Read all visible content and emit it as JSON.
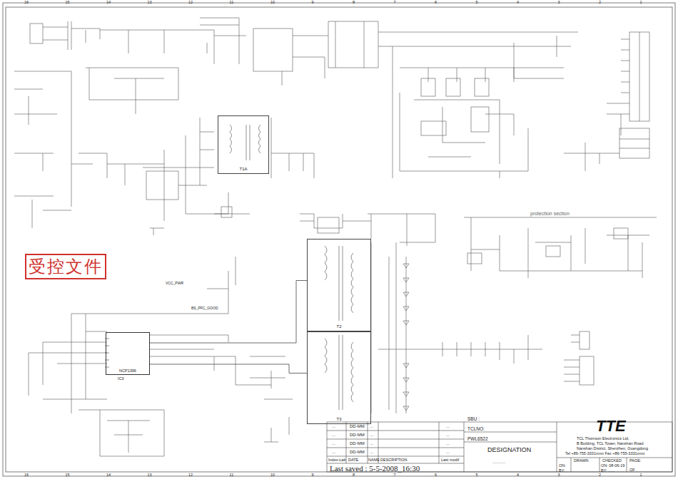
{
  "diagram": {
    "nodes": [
      {
        "text": [
          "受控文件"
        ]
      },
      {
        "text": [
          "NCP1396"
        ]
      },
      {
        "text": [
          "T1A"
        ]
      },
      {
        "text": [
          "T2"
        ]
      },
      {
        "text": [
          "T3"
        ]
      }
    ],
    "edges": [
      {
        "from": 1,
        "to": 3,
        "arrow": "none"
      },
      {
        "from": 1,
        "to": 4,
        "arrow": "none"
      }
    ],
    "labels": [
      "protection section",
      "SBU :",
      "TCLNO:",
      "PWL6522",
      "DESIGNATION",
      "...........",
      "TTE",
      "TCL Thomson Electronics Ltd.",
      "B Building, TCL Tower, Nanshan Road",
      "Nanshan District, Shenzhen, Guangdong",
      "Tel +86-755-3331xxxx    Fax +86-755-3331xxxx",
      "DRAWN",
      "CHECKED",
      "PAGE:",
      "ON:",
      "BY:",
      "ON: 08-06-19",
      "BY: ......",
      "OF",
      "...",
      "DD-MM",
      "...",
      "...",
      "...",
      "DD-MM",
      "...",
      "...",
      "...",
      "DD-MM",
      "...",
      "...",
      "...",
      "DD-MM",
      "...",
      "...",
      "Index-Lab",
      "DATE",
      "NAME",
      "DESCRIPTION",
      "Last modif",
      "Last saved : 5-5-2008_16:30",
      "IC3",
      "VCC_PWR",
      "BS_PFC_GOOD",
      "16",
      "15",
      "14",
      "13",
      "12",
      "11",
      "10",
      "9",
      "8",
      "7",
      "6",
      "5",
      "4",
      "3",
      "2",
      "1",
      "16",
      "15",
      "14",
      "13",
      "12",
      "11",
      "10",
      "9",
      "8",
      "7",
      "6",
      "5",
      "4",
      "3",
      "2",
      "1"
    ]
  }
}
